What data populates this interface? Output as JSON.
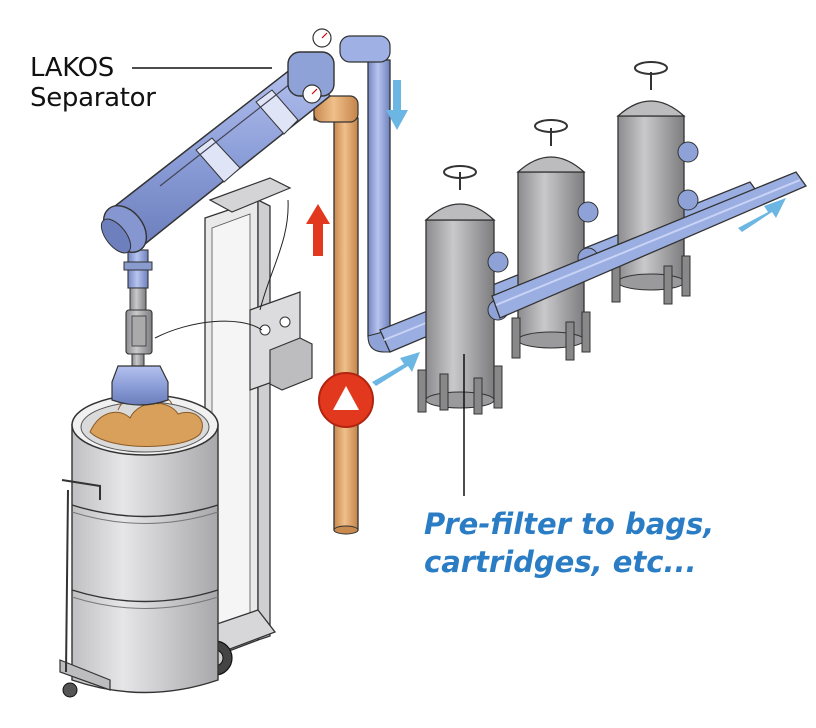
{
  "labels": {
    "separator_line1": "LAKOS",
    "separator_line2": "Separator",
    "prefilter_line1": "Pre-filter to bags,",
    "prefilter_line2": "cartridges, etc..."
  },
  "colors": {
    "pipe_blue": "#8ea2d8",
    "pipe_orange": "#e0a66b",
    "vessel_gray": "#a9a9ab",
    "pump_red": "#e2381d",
    "flow_arrow_blue": "#6cb6e4",
    "flow_arrow_red": "#e2381d",
    "caption_blue": "#2a7dc4"
  },
  "icons": {
    "pump": "pump-icon",
    "arrows": [
      "flow-arrow-down",
      "flow-arrow-up",
      "flow-arrow-in",
      "flow-arrow-out"
    ]
  }
}
